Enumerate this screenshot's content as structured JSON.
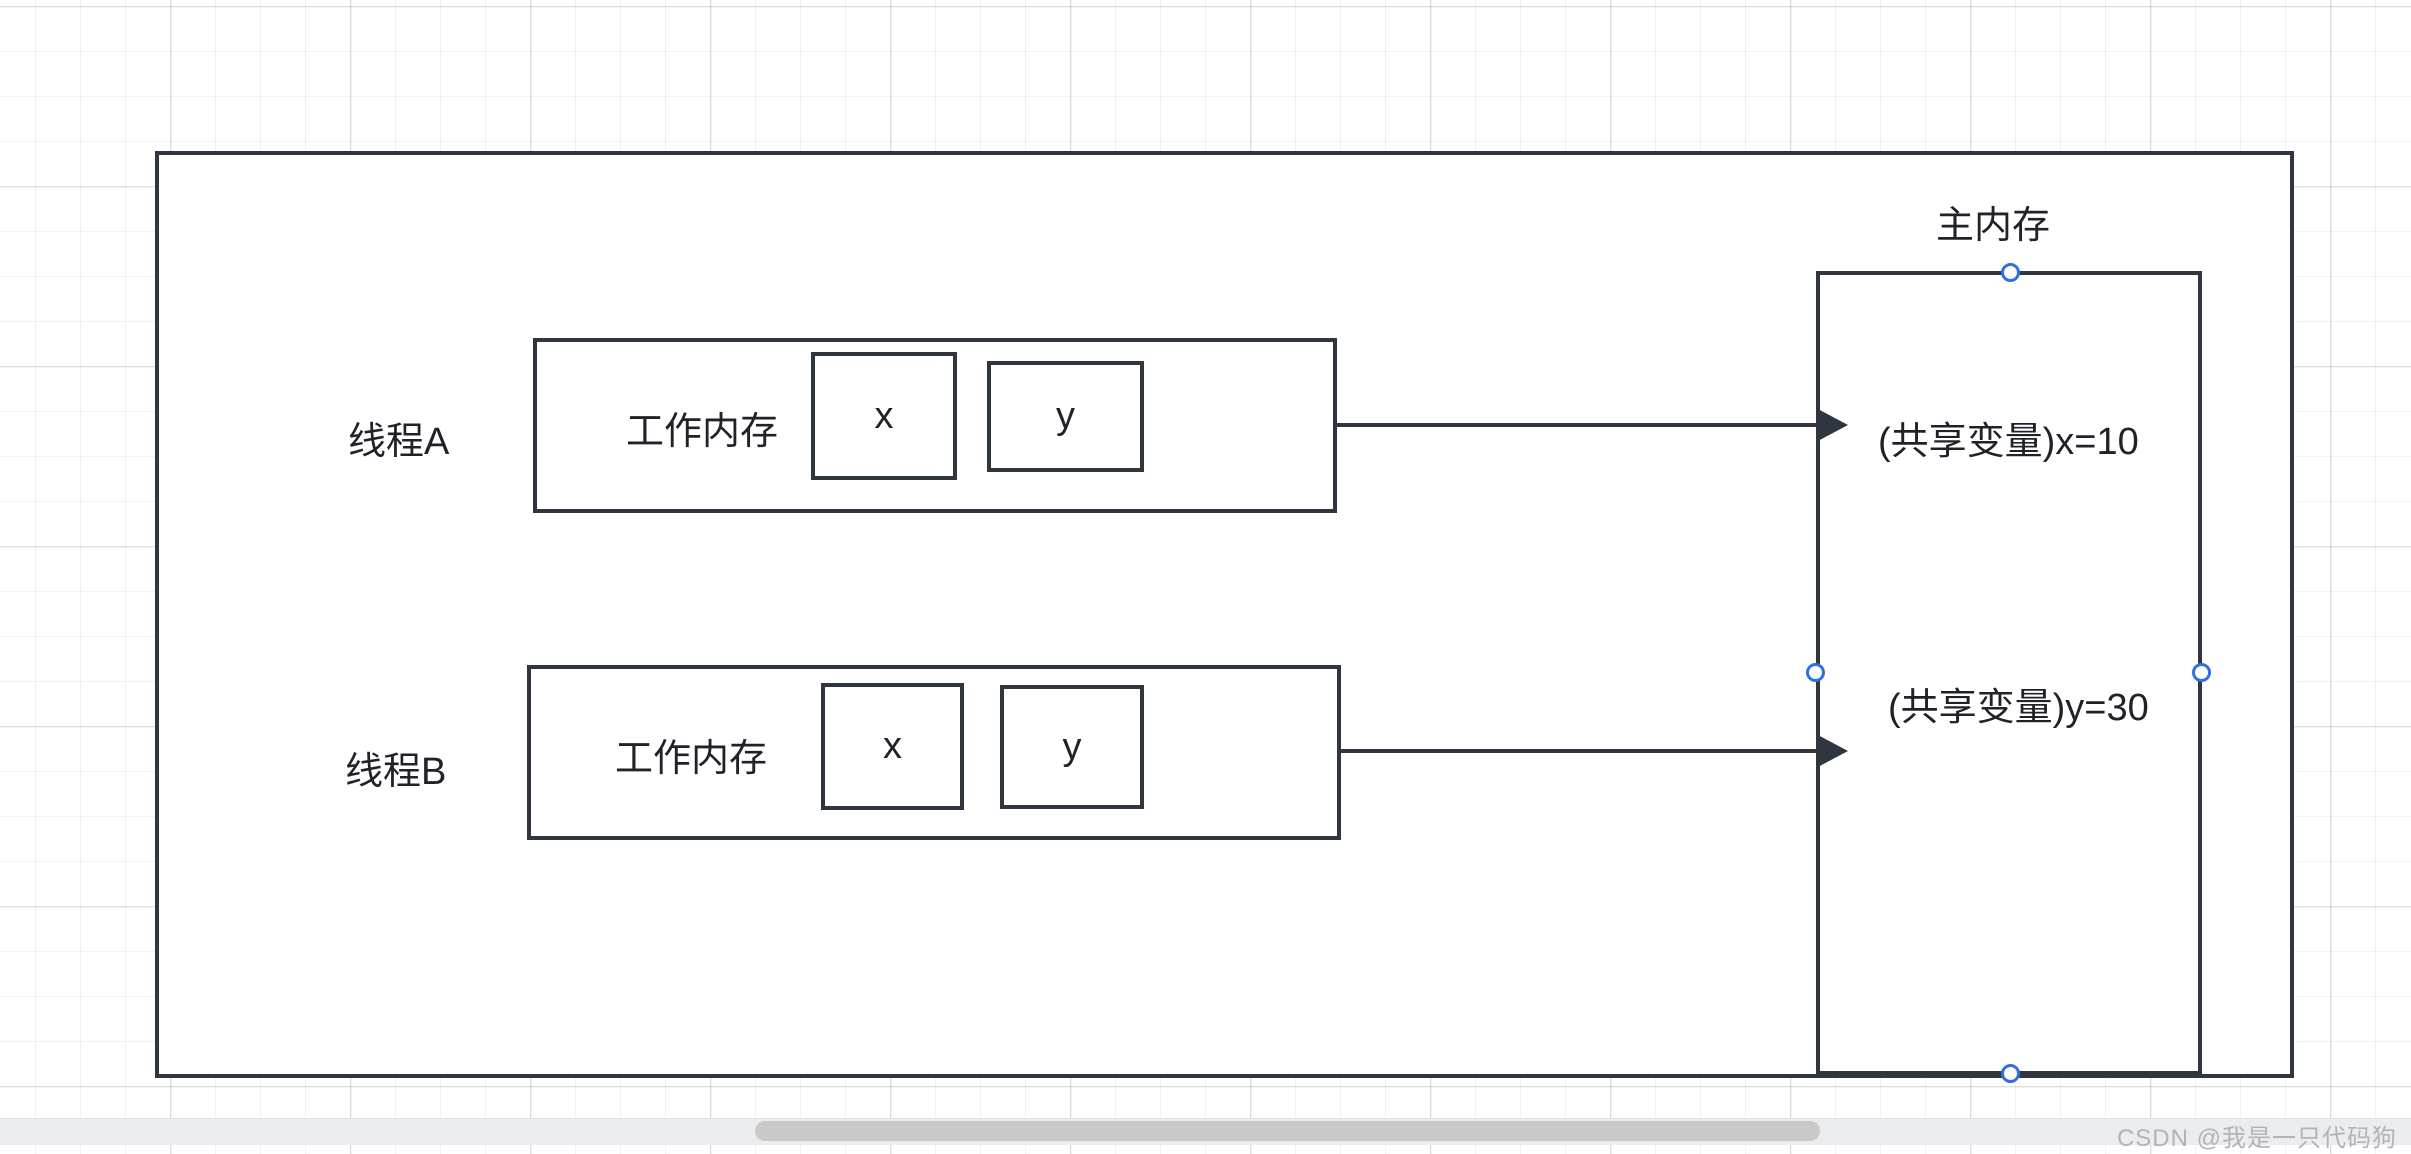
{
  "diagram": {
    "title_main_memory": "主内存",
    "threads": [
      {
        "name": "线程A",
        "working_memory_label": "工作内存",
        "variables": [
          "x",
          "y"
        ]
      },
      {
        "name": "线程B",
        "working_memory_label": "工作内存",
        "variables": [
          "x",
          "y"
        ]
      }
    ],
    "main_memory": {
      "shared_variables": [
        "(共享变量)x=10",
        "(共享变量)y=30"
      ]
    },
    "handles": {
      "top": "resize-handle-top",
      "left": "resize-handle-left",
      "right": "resize-handle-right",
      "bottom": "resize-handle-bottom"
    },
    "colors": {
      "stroke": "#2f3640",
      "text": "#1f2329",
      "handle_accent": "#2f6fe3",
      "grid": "#eeeeee",
      "scrollbar_thumb": "#c9c9c9",
      "watermark": "#b0b3b8"
    }
  },
  "watermark": {
    "text": "CSDN @我是一只代码狗"
  }
}
